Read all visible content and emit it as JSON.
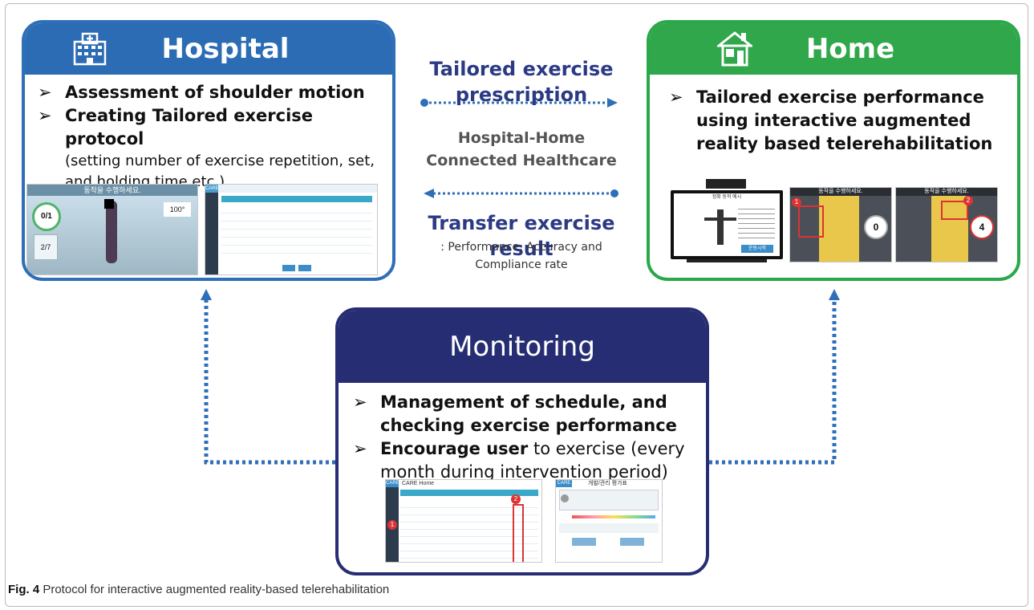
{
  "hospital": {
    "title": "Hospital",
    "bullets": [
      {
        "bold": "Assessment of shoulder motion",
        "sub": ""
      },
      {
        "bold": "Creating Tailored exercise protocol",
        "sub": "(setting number of exercise repetition, set, and holding time etc.)"
      }
    ],
    "screenshot_left": {
      "text": "동작을 수행하세요.",
      "counter": "0/1",
      "side_label": "2/7",
      "angle": "100°"
    },
    "screenshot_right": {
      "brand": "CARE"
    }
  },
  "home": {
    "title": "Home",
    "bullets": [
      {
        "bold": "Tailored exercise performance using interactive augmented reality based telerehabilitation"
      }
    ],
    "screens": [
      {
        "header": "정확 동작 예시",
        "button": "운동시작"
      },
      {
        "header": "동작을 수행하세요.",
        "badge": "1",
        "counter": "0"
      },
      {
        "header": "동작을 수행하세요.",
        "badge": "2",
        "counter": "4"
      }
    ]
  },
  "center": {
    "prescription": "Tailored exercise prescription",
    "connected": "Hospital-Home Connected Healthcare",
    "transfer": "Transfer exercise result",
    "transfer_detail": ": Performance, Accuracy and Compliance rate"
  },
  "monitoring": {
    "title": "Monitoring",
    "bullets": [
      {
        "bold": "Management of schedule, and checking exercise performance",
        "rest": ""
      },
      {
        "bold": "Encourage user",
        "rest": " to exercise (every month during intervention period)"
      }
    ],
    "screen_left": {
      "brand": "CARE",
      "app": "CARE Home",
      "badge1": "1",
      "badge2": "2"
    },
    "screen_right": {
      "brand": "CARE",
      "title": "개발/관리 평가표"
    }
  },
  "caption": {
    "label": "Fig. 4",
    "text": " Protocol for interactive augmented reality-based telerehabilitation"
  },
  "colors": {
    "hospital": "#2c6cb4",
    "home": "#2fa74a",
    "monitoring": "#262d73",
    "arrow": "#2f6fb8"
  },
  "icons": [
    "hospital-building-icon",
    "house-icon",
    "bullet-arrow-icon"
  ]
}
